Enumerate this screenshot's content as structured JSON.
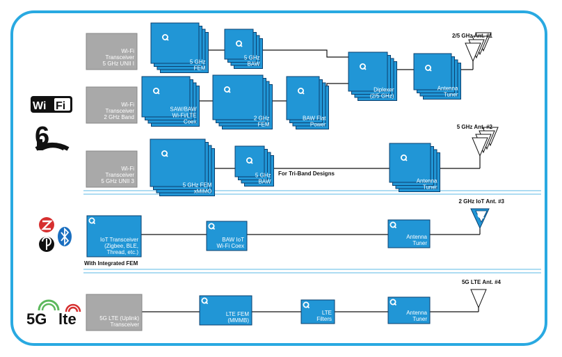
{
  "logos": {
    "wifi_text": "Wi Fi",
    "wifi6_text": "6",
    "fiveg_text": "5G",
    "lte_text": "lte"
  },
  "sections": {
    "wifi": {
      "row1": {
        "transceiver": [
          "Wi-Fi",
          "Transceiver",
          "5 GHz UNII I"
        ],
        "fem": [
          "5 GHz",
          "FEM"
        ],
        "baw": [
          "5 GHz",
          "BAW"
        ],
        "diplexer": [
          "Diplexer",
          "(2/5 GHz)"
        ],
        "tuner": [
          "Antenna",
          "Tuner"
        ],
        "antenna_label": "2/5 GHz Ant. #1"
      },
      "row2": {
        "transceiver": [
          "Wi-Fi",
          "Transceiver",
          "2 GHz Band"
        ],
        "coex": [
          "SAW/BAW",
          "Wi-Fi/LTE",
          "Coex"
        ],
        "fem": [
          "2 GHz",
          "FEM"
        ],
        "flat": [
          "BAW Flat",
          "Power"
        ]
      },
      "row3": {
        "transceiver": [
          "Wi-Fi",
          "Transceiver",
          "5 GHz UNII 3"
        ],
        "fem": [
          "5 GHz FEM",
          "xMIMO"
        ],
        "baw": [
          "5 GHz",
          "BAW"
        ],
        "triband_note": "For Tri-Band Designs",
        "tuner": [
          "Antenna",
          "Tuner"
        ],
        "antenna_label": "5 GHz Ant. #2"
      }
    },
    "iot": {
      "transceiver": [
        "IoT Transceiver",
        "(Zigbee, BLE,",
        "Thread, etc.)"
      ],
      "note": "With Integrated FEM",
      "coex": [
        "BAW IoT",
        "Wi-Fi Coex"
      ],
      "tuner": [
        "Antenna",
        "Tuner"
      ],
      "antenna_label": "2 GHz IoT Ant. #3"
    },
    "lte": {
      "transceiver": [
        "5G LTE (Uplink)",
        "Transceiver"
      ],
      "fem": [
        "LTE FEM",
        "(MMMB)"
      ],
      "filters": [
        "LTE",
        "Filters"
      ],
      "tuner": [
        "Antenna",
        "Tuner"
      ],
      "antenna_label": "5G LTE Ant. #4"
    }
  },
  "colors": {
    "frame": "#29a9e1",
    "block": "#2196d6",
    "block_border": "#0a3f6e",
    "transceiver": "#a9a9a9",
    "separator": "#7cc6ea"
  }
}
